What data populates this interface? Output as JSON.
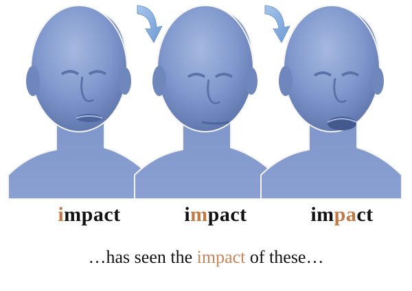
{
  "captions": [
    {
      "before": "",
      "highlight": "i",
      "after": "mpact"
    },
    {
      "before": "i",
      "highlight": "m",
      "after": "pact"
    },
    {
      "before": "im",
      "highlight": "pa",
      "after": "ct"
    }
  ],
  "sentence": {
    "before": "…has seen the ",
    "highlight": "impact",
    "after": " of these…"
  },
  "colors": {
    "mesh": "#7f97cc",
    "mesh_shadow": "#5a72a8",
    "highlight": "#c27a45",
    "arrow": "#8eb3df"
  },
  "faces": [
    {
      "expression": "mouth slightly open",
      "mouth_open": 0.35
    },
    {
      "expression": "lips closed",
      "mouth_open": 0.0
    },
    {
      "expression": "mouth open",
      "mouth_open": 0.6
    }
  ]
}
